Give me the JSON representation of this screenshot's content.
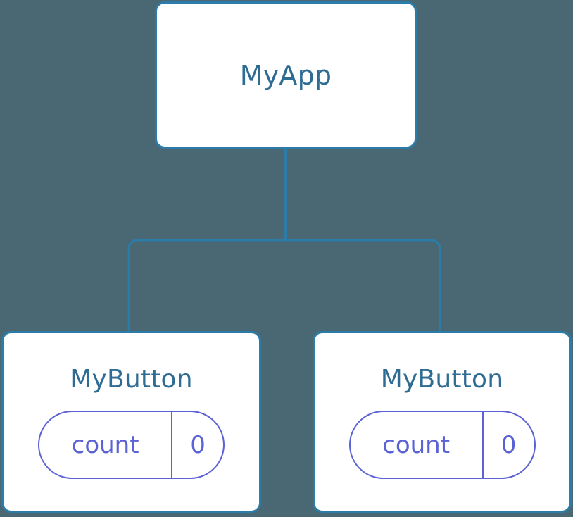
{
  "diagram": {
    "type": "component-tree",
    "title_text": "",
    "background_color": "#4a6874",
    "node_border_color": "#2b7ca8",
    "node_fill_color": "#ffffff",
    "node_label_color": "#2e6c94",
    "state_accent_color": "#5b62d6",
    "connector_color": "#2b7ca8",
    "root": {
      "label": "MyApp",
      "state": []
    },
    "children": [
      {
        "label": "MyButton",
        "state": [
          {
            "key": "count",
            "value": "0"
          }
        ]
      },
      {
        "label": "MyButton",
        "state": [
          {
            "key": "count",
            "value": "0"
          }
        ]
      }
    ],
    "edges": [
      {
        "from": "MyApp",
        "to": "MyButton",
        "index": 0
      },
      {
        "from": "MyApp",
        "to": "MyButton",
        "index": 1
      }
    ]
  }
}
